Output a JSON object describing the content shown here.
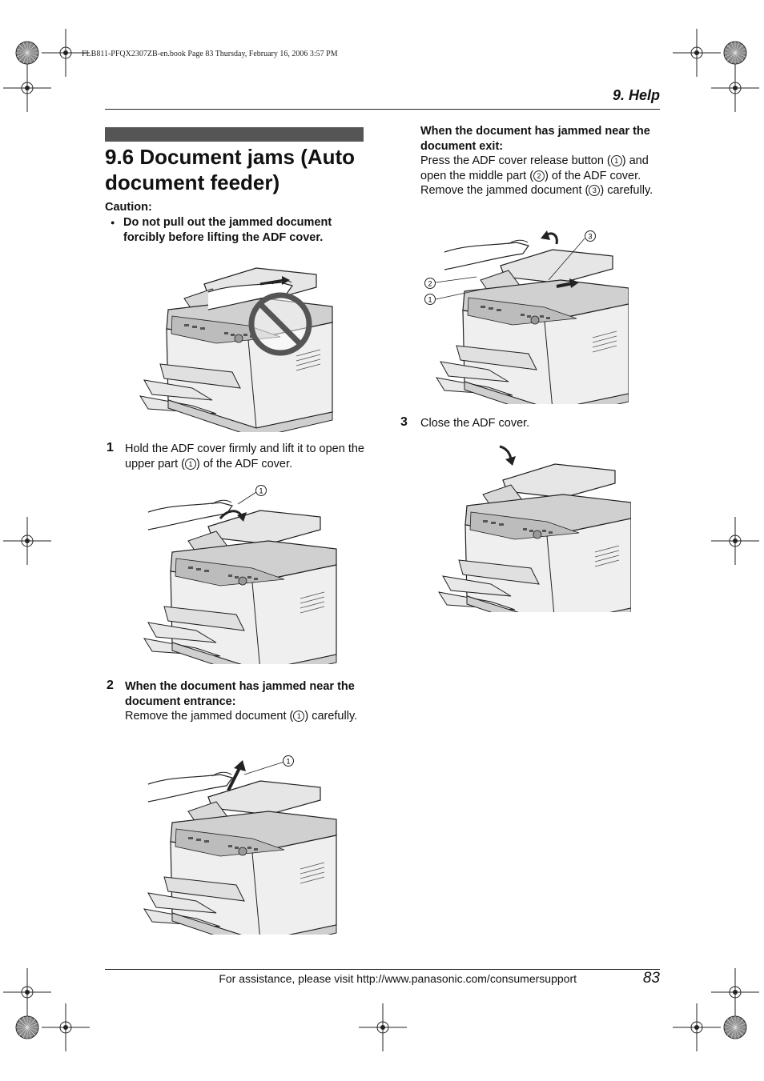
{
  "header": {
    "file_info": "FLB811-PFQX2307ZB-en.book  Page 83  Thursday, February 16, 2006  3:57 PM",
    "section": "9. Help"
  },
  "title": "9.6 Document jams (Auto document feeder)",
  "caution": {
    "label": "Caution:",
    "bullet": "Do not pull out the jammed document forcibly before lifting the ADF cover."
  },
  "steps": [
    {
      "num": "1",
      "text_a": "Hold the ADF cover firmly and lift it to open the upper part (",
      "callout": "1",
      "text_b": ") of the ADF cover."
    },
    {
      "num": "2",
      "heading": "When the document has jammed near the document entrance:",
      "text_a": "Remove the jammed document (",
      "callout": "1",
      "text_b": ") carefully."
    },
    {
      "num": "3",
      "text": "Close the ADF cover."
    }
  ],
  "exit_jam": {
    "heading": "When the document has jammed near the document exit:",
    "t1": "Press the ADF cover release button (",
    "c1": "1",
    "t2": ") and open the middle part (",
    "c2": "2",
    "t3": ") of the ADF cover. Remove the jammed document (",
    "c3": "3",
    "t4": ") carefully."
  },
  "callouts": {
    "one": "1",
    "two": "2",
    "three": "3"
  },
  "footer": {
    "assist": "For assistance, please visit http://www.panasonic.com/consumersupport",
    "page": "83"
  }
}
